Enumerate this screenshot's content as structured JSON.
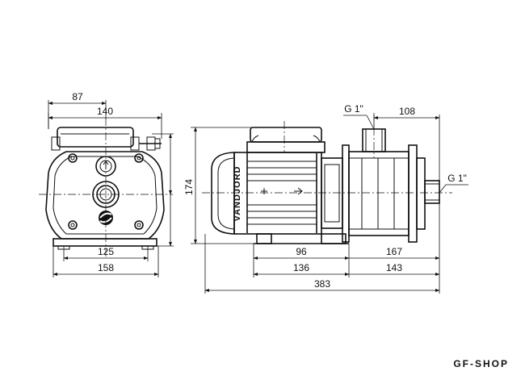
{
  "front_view": {
    "dims": {
      "d87": "87",
      "d140": "140",
      "d125": "125",
      "d158": "158"
    }
  },
  "side_view": {
    "dims": {
      "d108": "108",
      "d174": "174",
      "d96": "96",
      "d167": "167",
      "d136": "136",
      "d143": "143",
      "d383": "383"
    },
    "suction_port": "G 1\"",
    "discharge_port": "G 1\""
  },
  "brand": "VANDJORD",
  "watermark": "GF-SHOP"
}
